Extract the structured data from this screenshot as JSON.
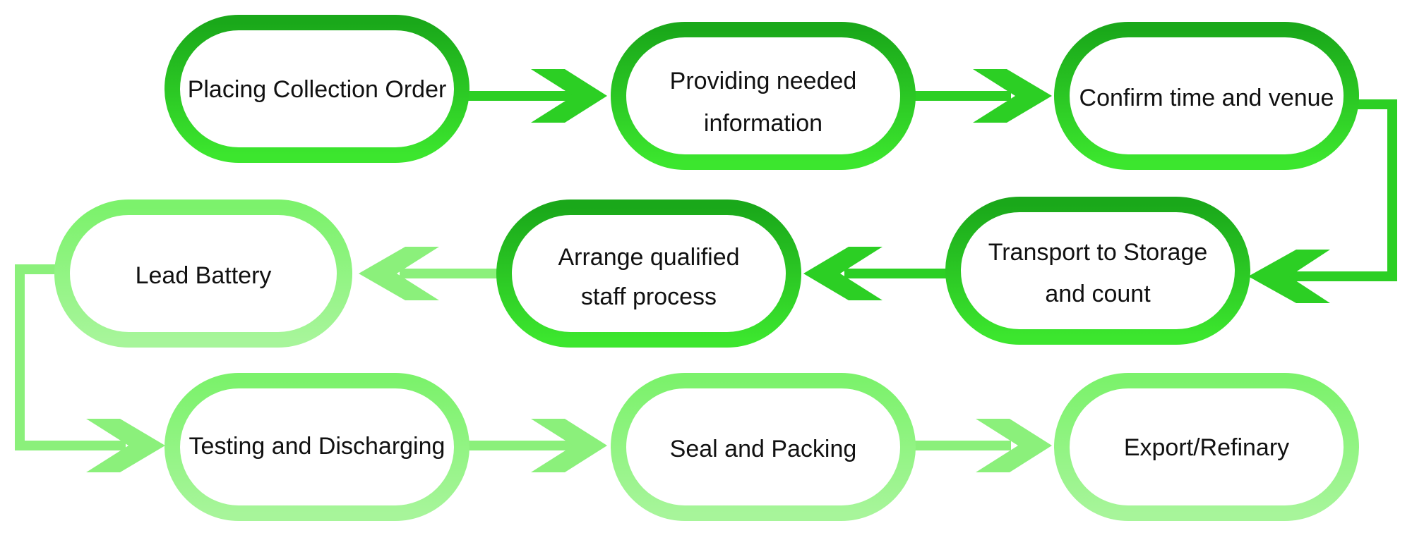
{
  "diagram": {
    "type": "process-flow",
    "colors": {
      "dark_green": "#22c01e",
      "light_green": "#8df07e",
      "text": "#111111",
      "background": "#ffffff"
    },
    "nodes": [
      {
        "id": "placing-collection-order",
        "lines": [
          "Placing Collection Order"
        ],
        "style": "dark"
      },
      {
        "id": "providing-needed-information",
        "lines": [
          "Providing needed",
          "information"
        ],
        "style": "dark"
      },
      {
        "id": "confirm-time-and-venue",
        "lines": [
          "Confirm time and venue"
        ],
        "style": "dark"
      },
      {
        "id": "transport-to-storage",
        "lines": [
          "Transport to Storage",
          "and count"
        ],
        "style": "dark"
      },
      {
        "id": "arrange-qualified-staff",
        "lines": [
          "Arrange qualified",
          "staff process"
        ],
        "style": "dark"
      },
      {
        "id": "lead-battery",
        "lines": [
          "Lead Battery"
        ],
        "style": "light"
      },
      {
        "id": "testing-and-discharging",
        "lines": [
          "Testing and Discharging"
        ],
        "style": "light"
      },
      {
        "id": "seal-and-packing",
        "lines": [
          "Seal and Packing"
        ],
        "style": "light"
      },
      {
        "id": "export-refinary",
        "lines": [
          "Export/Refinary"
        ],
        "style": "light"
      }
    ],
    "edges": [
      {
        "from": "placing-collection-order",
        "to": "providing-needed-information"
      },
      {
        "from": "providing-needed-information",
        "to": "confirm-time-and-venue"
      },
      {
        "from": "confirm-time-and-venue",
        "to": "transport-to-storage"
      },
      {
        "from": "transport-to-storage",
        "to": "arrange-qualified-staff"
      },
      {
        "from": "arrange-qualified-staff",
        "to": "lead-battery"
      },
      {
        "from": "lead-battery",
        "to": "testing-and-discharging"
      },
      {
        "from": "testing-and-discharging",
        "to": "seal-and-packing"
      },
      {
        "from": "seal-and-packing",
        "to": "export-refinary"
      }
    ]
  }
}
